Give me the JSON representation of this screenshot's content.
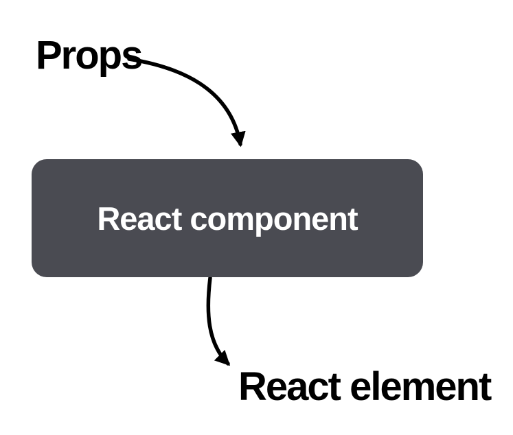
{
  "diagram": {
    "input_label": "Props",
    "component_label": "React component",
    "output_label": "React element"
  },
  "colors": {
    "component_fill": "#4a4b52",
    "component_text": "#ffffff",
    "arrow": "#000000",
    "label_text": "#000000",
    "background": "#ffffff"
  },
  "icons": {
    "input_arrow": "curved-arrow-down-icon",
    "output_arrow": "curved-arrow-down-icon"
  }
}
